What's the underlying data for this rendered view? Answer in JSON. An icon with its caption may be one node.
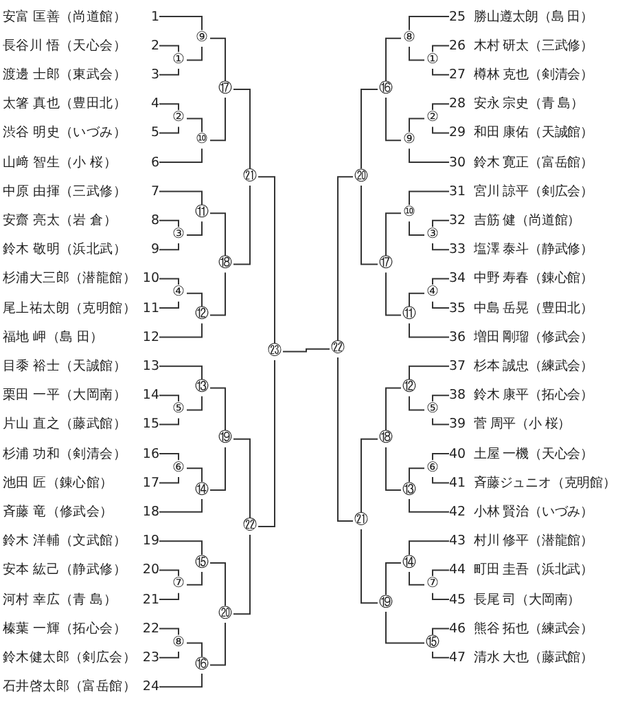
{
  "diagram": {
    "nodes": [
      {
        "text": [
          "安富 匡善（尚道館）"
        ],
        "beside": [
          "1"
        ]
      },
      {
        "text": [
          "長谷川 悟（天心会）"
        ],
        "beside": [
          "2"
        ]
      },
      {
        "text": [
          "渡邊 士郎（東武会）"
        ],
        "beside": [
          "3"
        ]
      },
      {
        "text": [
          "太箸 真也（豊田北）"
        ],
        "beside": [
          "4"
        ]
      },
      {
        "text": [
          "渋谷 明史（いづみ）"
        ],
        "beside": [
          "5"
        ]
      },
      {
        "text": [
          "山﨑 智生（小 桜）"
        ],
        "beside": [
          "6"
        ]
      },
      {
        "text": [
          "中原 由揮（三武修）"
        ],
        "beside": [
          "7"
        ]
      },
      {
        "text": [
          "安齋 亮太（岩 倉）"
        ],
        "beside": [
          "8"
        ]
      },
      {
        "text": [
          "鈴木 敬明（浜北武）"
        ],
        "beside": [
          "9"
        ]
      },
      {
        "text": [
          "杉浦大三郎（潜龍館）"
        ],
        "beside": [
          "10"
        ]
      },
      {
        "text": [
          "尾上祐太朗（克明館）"
        ],
        "beside": [
          "11"
        ]
      },
      {
        "text": [
          "福地 岬（島 田）"
        ],
        "beside": [
          "12"
        ]
      },
      {
        "text": [
          "目黍 裕士（天誠館）"
        ],
        "beside": [
          "13"
        ]
      },
      {
        "text": [
          "栗田 一平（大岡南）"
        ],
        "beside": [
          "14"
        ]
      },
      {
        "text": [
          "片山 直之（藤武館）"
        ],
        "beside": [
          "15"
        ]
      },
      {
        "text": [
          "杉浦 功和（剣清会）"
        ],
        "beside": [
          "16"
        ]
      },
      {
        "text": [
          "池田 匠（錬心館）"
        ],
        "beside": [
          "17"
        ]
      },
      {
        "text": [
          "斉藤 竜（修武会）"
        ],
        "beside": [
          "18"
        ]
      },
      {
        "text": [
          "鈴木 洋輔（文武館）"
        ],
        "beside": [
          "19"
        ]
      },
      {
        "text": [
          "安本 紘己（静武修）"
        ],
        "beside": [
          "20"
        ]
      },
      {
        "text": [
          "河村 幸広（青 島）"
        ],
        "beside": [
          "21"
        ]
      },
      {
        "text": [
          "榛葉 一輝（拓心会）"
        ],
        "beside": [
          "22"
        ]
      },
      {
        "text": [
          "鈴木健太郎（剣広会）"
        ],
        "beside": [
          "23"
        ]
      },
      {
        "text": [
          "石井啓太郎（富岳館）"
        ],
        "beside": [
          "24"
        ]
      },
      {
        "text": [
          "①"
        ]
      },
      {
        "text": [
          "②"
        ]
      },
      {
        "text": [
          "③"
        ]
      },
      {
        "text": [
          "④"
        ]
      },
      {
        "text": [
          "⑤"
        ]
      },
      {
        "text": [
          "⑥"
        ]
      },
      {
        "text": [
          "⑦"
        ]
      },
      {
        "text": [
          "⑧"
        ]
      },
      {
        "text": [
          "⑨"
        ]
      },
      {
        "text": [
          "⑩"
        ]
      },
      {
        "text": [
          "⑪"
        ]
      },
      {
        "text": [
          "⑫"
        ]
      },
      {
        "text": [
          "⑬"
        ]
      },
      {
        "text": [
          "⑭"
        ]
      },
      {
        "text": [
          "⑮"
        ]
      },
      {
        "text": [
          "⑯"
        ]
      },
      {
        "text": [
          "⑰"
        ]
      },
      {
        "text": [
          "⑱"
        ]
      },
      {
        "text": [
          "⑲"
        ]
      },
      {
        "text": [
          "⑳"
        ]
      },
      {
        "text": [
          "㉑"
        ]
      },
      {
        "text": [
          "㉒"
        ]
      },
      {
        "text": [
          "㉓"
        ]
      },
      {
        "text": [
          "勝山遵太朗（島 田）"
        ],
        "beside": [
          "25"
        ]
      },
      {
        "text": [
          "木村 研太（三武修）"
        ],
        "beside": [
          "26"
        ]
      },
      {
        "text": [
          "樽林 克也（剣清会）"
        ],
        "beside": [
          "27"
        ]
      },
      {
        "text": [
          "安永 宗史（青 島）"
        ],
        "beside": [
          "28"
        ]
      },
      {
        "text": [
          "和田 康佑（天誠館）"
        ],
        "beside": [
          "29"
        ]
      },
      {
        "text": [
          "鈴木 寛正（富岳館）"
        ],
        "beside": [
          "30"
        ]
      },
      {
        "text": [
          "宮川 諒平（剣広会）"
        ],
        "beside": [
          "31"
        ]
      },
      {
        "text": [
          "吉筋 健（尚道館）"
        ],
        "beside": [
          "32"
        ]
      },
      {
        "text": [
          "塩澤 泰斗（静武修）"
        ],
        "beside": [
          "33"
        ]
      },
      {
        "text": [
          "中野 寿春（錬心館）"
        ],
        "beside": [
          "34"
        ]
      },
      {
        "text": [
          "中島 岳晃（豊田北）"
        ],
        "beside": [
          "35"
        ]
      },
      {
        "text": [
          "増田 剛瑠（修武会）"
        ],
        "beside": [
          "36"
        ]
      },
      {
        "text": [
          "杉本 誠忠（練武会）"
        ],
        "beside": [
          "37"
        ]
      },
      {
        "text": [
          "鈴木 康平（拓心会）"
        ],
        "beside": [
          "38"
        ]
      },
      {
        "text": [
          "菅 周平（小 桜）"
        ],
        "beside": [
          "39"
        ]
      },
      {
        "text": [
          "土屋 一機（天心会）"
        ],
        "beside": [
          "40"
        ]
      },
      {
        "text": [
          "斉藤ジュニオ（克明館）"
        ],
        "beside": [
          "41"
        ]
      },
      {
        "text": [
          "小林 賢治（いづみ）"
        ],
        "beside": [
          "42"
        ]
      },
      {
        "text": [
          "村川 修平（潜龍館）"
        ],
        "beside": [
          "43"
        ]
      },
      {
        "text": [
          "町田 圭吾（浜北武）"
        ],
        "beside": [
          "44"
        ]
      },
      {
        "text": [
          "長尾 司（大岡南）"
        ],
        "beside": [
          "45"
        ]
      },
      {
        "text": [
          "熊谷 拓也（練武会）"
        ],
        "beside": [
          "46"
        ]
      },
      {
        "text": [
          "清水 大也（藤武館）"
        ],
        "beside": [
          "47"
        ]
      },
      {
        "text": [
          "①"
        ]
      },
      {
        "text": [
          "②"
        ]
      },
      {
        "text": [
          "③"
        ]
      },
      {
        "text": [
          "④"
        ]
      },
      {
        "text": [
          "⑤"
        ]
      },
      {
        "text": [
          "⑥"
        ]
      },
      {
        "text": [
          "⑦"
        ]
      },
      {
        "text": [
          "⑧"
        ]
      },
      {
        "text": [
          "⑨"
        ]
      },
      {
        "text": [
          "⑩"
        ]
      },
      {
        "text": [
          "⑪"
        ]
      },
      {
        "text": [
          "⑫"
        ]
      },
      {
        "text": [
          "⑬"
        ]
      },
      {
        "text": [
          "⑭"
        ]
      },
      {
        "text": [
          "⑮"
        ]
      },
      {
        "text": [
          "⑯"
        ]
      },
      {
        "text": [
          "⑰"
        ]
      },
      {
        "text": [
          "⑱"
        ]
      },
      {
        "text": [
          "⑲"
        ]
      },
      {
        "text": [
          "⑳"
        ]
      },
      {
        "text": [
          "㉑"
        ]
      },
      {
        "text": [
          "㉒"
        ]
      }
    ],
    "edges": [
      {
        "from": 1,
        "to": 24,
        "arrow": "none"
      },
      {
        "from": 2,
        "to": 24,
        "arrow": "none"
      },
      {
        "from": 0,
        "to": 32,
        "arrow": "none"
      },
      {
        "from": 24,
        "to": 32,
        "arrow": "none"
      },
      {
        "from": 3,
        "to": 25,
        "arrow": "none"
      },
      {
        "from": 4,
        "to": 25,
        "arrow": "none"
      },
      {
        "from": 25,
        "to": 33,
        "arrow": "none"
      },
      {
        "from": 5,
        "to": 33,
        "arrow": "none"
      },
      {
        "from": 32,
        "to": 40,
        "arrow": "none"
      },
      {
        "from": 33,
        "to": 40,
        "arrow": "none"
      },
      {
        "from": 7,
        "to": 26,
        "arrow": "none"
      },
      {
        "from": 8,
        "to": 26,
        "arrow": "none"
      },
      {
        "from": 6,
        "to": 34,
        "arrow": "none"
      },
      {
        "from": 26,
        "to": 34,
        "arrow": "none"
      },
      {
        "from": 9,
        "to": 27,
        "arrow": "none"
      },
      {
        "from": 10,
        "to": 27,
        "arrow": "none"
      },
      {
        "from": 27,
        "to": 35,
        "arrow": "none"
      },
      {
        "from": 11,
        "to": 35,
        "arrow": "none"
      },
      {
        "from": 34,
        "to": 41,
        "arrow": "none"
      },
      {
        "from": 35,
        "to": 41,
        "arrow": "none"
      },
      {
        "from": 40,
        "to": 44,
        "arrow": "none"
      },
      {
        "from": 41,
        "to": 44,
        "arrow": "none"
      },
      {
        "from": 13,
        "to": 28,
        "arrow": "none"
      },
      {
        "from": 14,
        "to": 28,
        "arrow": "none"
      },
      {
        "from": 12,
        "to": 36,
        "arrow": "none"
      },
      {
        "from": 28,
        "to": 36,
        "arrow": "none"
      },
      {
        "from": 15,
        "to": 29,
        "arrow": "none"
      },
      {
        "from": 16,
        "to": 29,
        "arrow": "none"
      },
      {
        "from": 29,
        "to": 37,
        "arrow": "none"
      },
      {
        "from": 17,
        "to": 37,
        "arrow": "none"
      },
      {
        "from": 36,
        "to": 42,
        "arrow": "none"
      },
      {
        "from": 37,
        "to": 42,
        "arrow": "none"
      },
      {
        "from": 19,
        "to": 30,
        "arrow": "none"
      },
      {
        "from": 20,
        "to": 30,
        "arrow": "none"
      },
      {
        "from": 18,
        "to": 38,
        "arrow": "none"
      },
      {
        "from": 30,
        "to": 38,
        "arrow": "none"
      },
      {
        "from": 21,
        "to": 31,
        "arrow": "none"
      },
      {
        "from": 22,
        "to": 31,
        "arrow": "none"
      },
      {
        "from": 31,
        "to": 39,
        "arrow": "none"
      },
      {
        "from": 23,
        "to": 39,
        "arrow": "none"
      },
      {
        "from": 38,
        "to": 43,
        "arrow": "none"
      },
      {
        "from": 39,
        "to": 43,
        "arrow": "none"
      },
      {
        "from": 42,
        "to": 45,
        "arrow": "none"
      },
      {
        "from": 43,
        "to": 45,
        "arrow": "none"
      },
      {
        "from": 44,
        "to": 46,
        "arrow": "none"
      },
      {
        "from": 45,
        "to": 46,
        "arrow": "none"
      },
      {
        "from": 48,
        "to": 70,
        "arrow": "none"
      },
      {
        "from": 49,
        "to": 70,
        "arrow": "none"
      },
      {
        "from": 47,
        "to": 77,
        "arrow": "none"
      },
      {
        "from": 70,
        "to": 77,
        "arrow": "none"
      },
      {
        "from": 50,
        "to": 71,
        "arrow": "none"
      },
      {
        "from": 51,
        "to": 71,
        "arrow": "none"
      },
      {
        "from": 71,
        "to": 78,
        "arrow": "none"
      },
      {
        "from": 52,
        "to": 78,
        "arrow": "none"
      },
      {
        "from": 77,
        "to": 85,
        "arrow": "none"
      },
      {
        "from": 78,
        "to": 85,
        "arrow": "none"
      },
      {
        "from": 54,
        "to": 72,
        "arrow": "none"
      },
      {
        "from": 55,
        "to": 72,
        "arrow": "none"
      },
      {
        "from": 53,
        "to": 79,
        "arrow": "none"
      },
      {
        "from": 72,
        "to": 79,
        "arrow": "none"
      },
      {
        "from": 56,
        "to": 73,
        "arrow": "none"
      },
      {
        "from": 57,
        "to": 73,
        "arrow": "none"
      },
      {
        "from": 73,
        "to": 80,
        "arrow": "none"
      },
      {
        "from": 58,
        "to": 80,
        "arrow": "none"
      },
      {
        "from": 79,
        "to": 86,
        "arrow": "none"
      },
      {
        "from": 80,
        "to": 86,
        "arrow": "none"
      },
      {
        "from": 85,
        "to": 89,
        "arrow": "none"
      },
      {
        "from": 86,
        "to": 89,
        "arrow": "none"
      },
      {
        "from": 60,
        "to": 74,
        "arrow": "none"
      },
      {
        "from": 61,
        "to": 74,
        "arrow": "none"
      },
      {
        "from": 59,
        "to": 81,
        "arrow": "none"
      },
      {
        "from": 74,
        "to": 81,
        "arrow": "none"
      },
      {
        "from": 62,
        "to": 75,
        "arrow": "none"
      },
      {
        "from": 63,
        "to": 75,
        "arrow": "none"
      },
      {
        "from": 75,
        "to": 82,
        "arrow": "none"
      },
      {
        "from": 64,
        "to": 82,
        "arrow": "none"
      },
      {
        "from": 81,
        "to": 87,
        "arrow": "none"
      },
      {
        "from": 82,
        "to": 87,
        "arrow": "none"
      },
      {
        "from": 66,
        "to": 76,
        "arrow": "none"
      },
      {
        "from": 67,
        "to": 76,
        "arrow": "none"
      },
      {
        "from": 65,
        "to": 83,
        "arrow": "none"
      },
      {
        "from": 76,
        "to": 83,
        "arrow": "none"
      },
      {
        "from": 68,
        "to": 84,
        "arrow": "none"
      },
      {
        "from": 69,
        "to": 84,
        "arrow": "none"
      },
      {
        "from": 83,
        "to": 88,
        "arrow": "none"
      },
      {
        "from": 84,
        "to": 88,
        "arrow": "none"
      },
      {
        "from": 87,
        "to": 90,
        "arrow": "none"
      },
      {
        "from": 88,
        "to": 90,
        "arrow": "none"
      },
      {
        "from": 89,
        "to": 91,
        "arrow": "none"
      },
      {
        "from": 90,
        "to": 91,
        "arrow": "none"
      },
      {
        "from": 46,
        "to": 91,
        "arrow": "none"
      }
    ]
  }
}
